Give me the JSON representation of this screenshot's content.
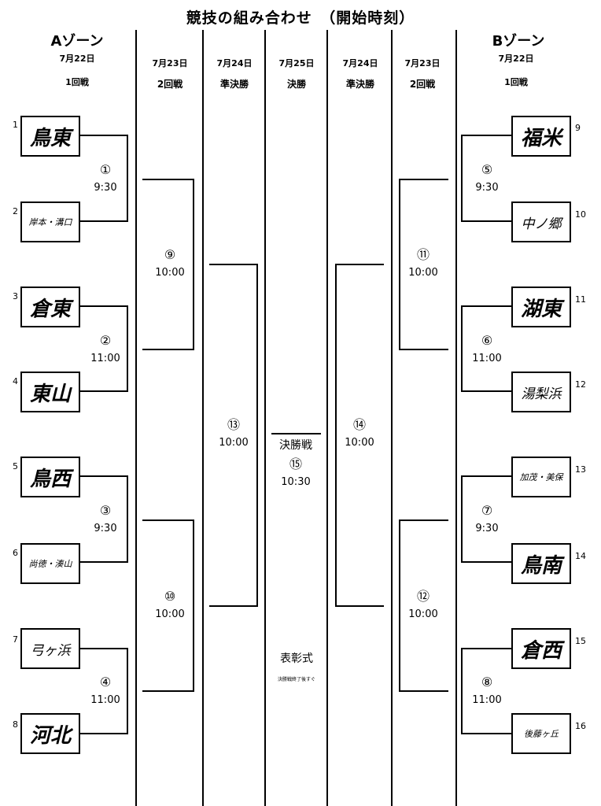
{
  "title": "競技の組み合わせ　（開始時刻）",
  "zones": {
    "a": "Aゾーン",
    "b": "Bゾーン"
  },
  "headers": {
    "a_r1_date": "7月22日",
    "a_r1_name": "1回戦",
    "a_r2_date": "7月23日",
    "a_r2_name": "2回戦",
    "a_sf_date": "7月24日",
    "a_sf_name": "準決勝",
    "f_date": "7月25日",
    "f_name": "決勝",
    "b_sf_date": "7月24日",
    "b_sf_name": "準決勝",
    "b_r2_date": "7月23日",
    "b_r2_name": "2回戦",
    "b_r1_date": "7月22日",
    "b_r1_name": "1回戦"
  },
  "teams_a": [
    {
      "num": "1",
      "name": "鳥東"
    },
    {
      "num": "2",
      "name": "岸本・溝口"
    },
    {
      "num": "3",
      "name": "倉東"
    },
    {
      "num": "4",
      "name": "東山"
    },
    {
      "num": "5",
      "name": "鳥西"
    },
    {
      "num": "6",
      "name": "尚徳・湊山"
    },
    {
      "num": "7",
      "name": "弓ヶ浜"
    },
    {
      "num": "8",
      "name": "河北"
    }
  ],
  "teams_b": [
    {
      "num": "9",
      "name": "福米"
    },
    {
      "num": "10",
      "name": "中ノ郷"
    },
    {
      "num": "11",
      "name": "湖東"
    },
    {
      "num": "12",
      "name": "湯梨浜"
    },
    {
      "num": "13",
      "name": "加茂・美保"
    },
    {
      "num": "14",
      "name": "鳥南"
    },
    {
      "num": "15",
      "name": "倉西"
    },
    {
      "num": "16",
      "name": "後藤ヶ丘"
    }
  ],
  "matches": {
    "m1": {
      "no": "①",
      "time": "9:30"
    },
    "m2": {
      "no": "②",
      "time": "11:00"
    },
    "m3": {
      "no": "③",
      "time": "9:30"
    },
    "m4": {
      "no": "④",
      "time": "11:00"
    },
    "m5": {
      "no": "⑤",
      "time": "9:30"
    },
    "m6": {
      "no": "⑥",
      "time": "11:00"
    },
    "m7": {
      "no": "⑦",
      "time": "9:30"
    },
    "m8": {
      "no": "⑧",
      "time": "11:00"
    },
    "m9": {
      "no": "⑨",
      "time": "10:00"
    },
    "m10": {
      "no": "⑩",
      "time": "10:00"
    },
    "m11": {
      "no": "⑪",
      "time": "10:00"
    },
    "m12": {
      "no": "⑫",
      "time": "10:00"
    },
    "m13": {
      "no": "⑬",
      "time": "10:00"
    },
    "m14": {
      "no": "⑭",
      "time": "10:00"
    },
    "m15": {
      "label": "決勝戦",
      "no": "⑮",
      "time": "10:30"
    }
  },
  "ceremony": {
    "label": "表彰式",
    "note": "決勝戦終了後すぐ"
  }
}
